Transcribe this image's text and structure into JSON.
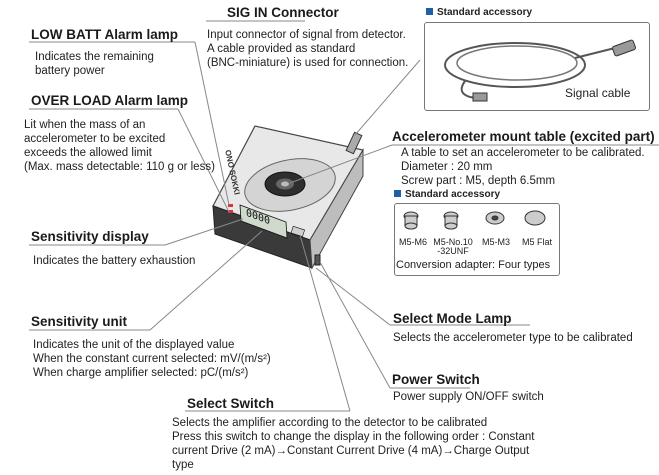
{
  "callouts": {
    "sig_in": {
      "title": "SIG IN Connector",
      "lines": [
        "Input connector of signal from detector.",
        "A cable provided as standard",
        "(BNC-miniature) is used for connection."
      ]
    },
    "low_batt": {
      "title": "LOW BATT Alarm lamp",
      "lines": [
        "Indicates the remaining",
        "battery power"
      ]
    },
    "over_load": {
      "title": "OVER LOAD Alarm lamp",
      "lines": [
        "Lit when the mass of an",
        "accelerometer to be excited",
        "exceeds the allowed limit",
        "(Max. mass detectable: 110 g or less)"
      ]
    },
    "mount_table": {
      "title": "Accelerometer mount table (excited part)",
      "lines": [
        "A table to set an accelerometer to be calibrated.",
        "Diameter    : 20 mm",
        "Screw part  : M5, depth 6.5mm"
      ]
    },
    "sensitivity_display": {
      "title": "Sensitivity display",
      "lines": [
        "Indicates the battery exhaustion"
      ]
    },
    "sensitivity_unit": {
      "title": "Sensitivity unit",
      "lines": [
        "Indicates the unit of the displayed value",
        "When the constant current selected: mV/(m/s²)",
        "When charge amplifier selected: pC/(m/s²)"
      ]
    },
    "select_mode": {
      "title": "Select Mode Lamp",
      "lines": [
        "Selects the accelerometer type to be calibrated"
      ]
    },
    "power_switch": {
      "title": "Power Switch",
      "lines": [
        "Power supply ON/OFF switch"
      ]
    },
    "select_switch": {
      "title": "Select Switch",
      "lines": [
        "Selects the amplifier according to the detector to be calibrated",
        "Press this switch to change the display in the following order : Constant",
        "current Drive (2 mA)→Constant Current Drive (4 mA)→Charge Output",
        "type"
      ]
    }
  },
  "accessory_cable": {
    "header": "Standard accessory",
    "label": "Signal cable"
  },
  "accessory_adapters": {
    "header": "Standard accessory",
    "items": [
      "M5-M6",
      "M5-No.10",
      "M5-M3",
      "M5 Flat"
    ],
    "sub": "-32UNF",
    "caption": "Conversion adapter: Four types"
  },
  "device": {
    "brand": "ONO SOKKI",
    "display": "0000"
  },
  "colors": {
    "accent_square": "#1f5fa8",
    "leader": "#888888"
  }
}
